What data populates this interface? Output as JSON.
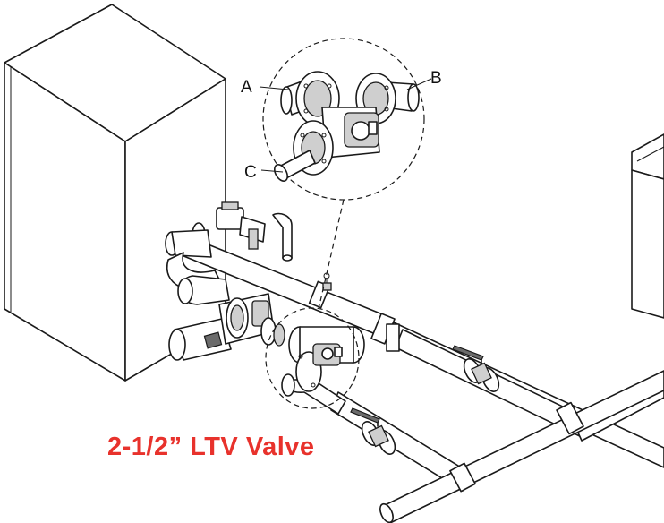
{
  "figure": {
    "title": "2-1/2” LTV Valve",
    "title_color": "#e8322c",
    "callouts": [
      "A",
      "B",
      "C"
    ]
  },
  "colors": {
    "line": "#1a1a1a",
    "fill": "#ffffff",
    "shade": "#cfcfcf"
  }
}
